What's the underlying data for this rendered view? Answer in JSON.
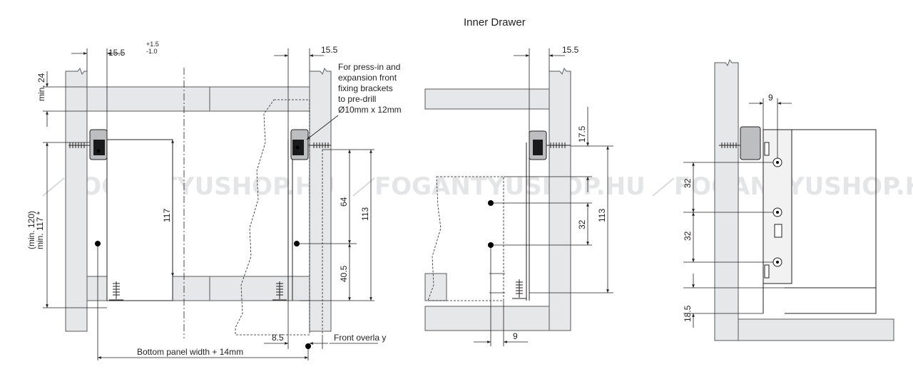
{
  "title": "Inner Drawer",
  "watermark": "FOGANTYUSHOP.HU",
  "colors": {
    "panel": "#e6e7e8",
    "line": "#231f20",
    "watermark": "#cfd1d3"
  },
  "figure1": {
    "dim_top": "15.5",
    "dim_top_plus": "+1.5",
    "dim_top_minus": "-1.0",
    "min24": "min. 24",
    "min120": "(min. 120)",
    "min117": "min. 117 *",
    "d117": "117",
    "dim_right_top": "15.5",
    "note_lines": [
      "For press-in and",
      "expansion front",
      "fixing brackets",
      "to pre-drill",
      "Ø10mm x 12mm"
    ],
    "d64": "64",
    "d40_5": "40.5",
    "d113": "113",
    "d8_5": "8.5",
    "front_overlay": "Front overla y",
    "bottom_panel": "Bottom panel width + 14mm"
  },
  "figure2": {
    "dim_top": "15.5",
    "d17_5": "17.5",
    "d32": "32",
    "d113": "113",
    "d9": "9"
  },
  "figure3": {
    "d9": "9",
    "d32a": "32",
    "d32b": "32",
    "d18_5": "18.5"
  }
}
